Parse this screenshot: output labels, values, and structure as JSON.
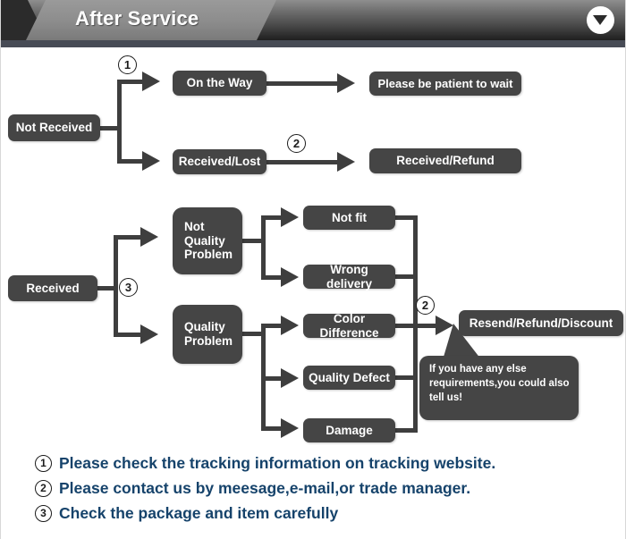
{
  "header": {
    "title": "After Service",
    "dropdown_icon": "caret-down-icon"
  },
  "flow_not_received": {
    "root": "Not Received",
    "step_marker_1": "1",
    "step_marker_2": "2",
    "branches": [
      {
        "cause": "On the Way",
        "outcome": "Please be patient to wait"
      },
      {
        "cause": "Received/Lost",
        "outcome": "Received/Refund"
      }
    ]
  },
  "flow_received": {
    "root": "Received",
    "step_marker_3": "3",
    "step_marker_2": "2",
    "categories": [
      {
        "label": "Not Quality Problem",
        "reasons": [
          "Not fit",
          "Wrong delivery"
        ]
      },
      {
        "label": "Quality Problem",
        "reasons": [
          "Color Difference",
          "Quality Defect",
          "Damage"
        ]
      }
    ],
    "outcome": "Resend/Refund/Discount",
    "bubble": "If you have any else requirements,you could also tell us!"
  },
  "legend": {
    "items": [
      {
        "num": "1",
        "text": "Please check the tracking information on tracking website."
      },
      {
        "num": "2",
        "text": "Please contact us by meesage,e-mail,or trade manager."
      },
      {
        "num": "3",
        "text": "Check the package and item carefully"
      }
    ]
  },
  "colors": {
    "node_fill": "#454545",
    "connector": "#3e3e3e",
    "legend_text": "#16436b",
    "header_bar": "#474b55"
  }
}
